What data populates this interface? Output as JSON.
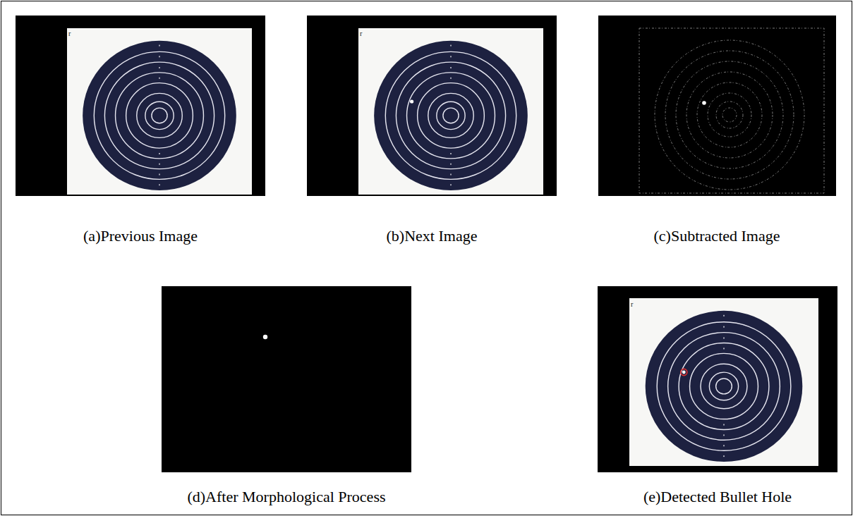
{
  "diagram": {
    "labels": [
      "r",
      "r",
      "(a)Previous Image",
      "(b)Next Image",
      "(c)Subtracted Image",
      "r",
      "(d)After Morphological Process",
      "(e)Detected Bullet Hole"
    ]
  }
}
